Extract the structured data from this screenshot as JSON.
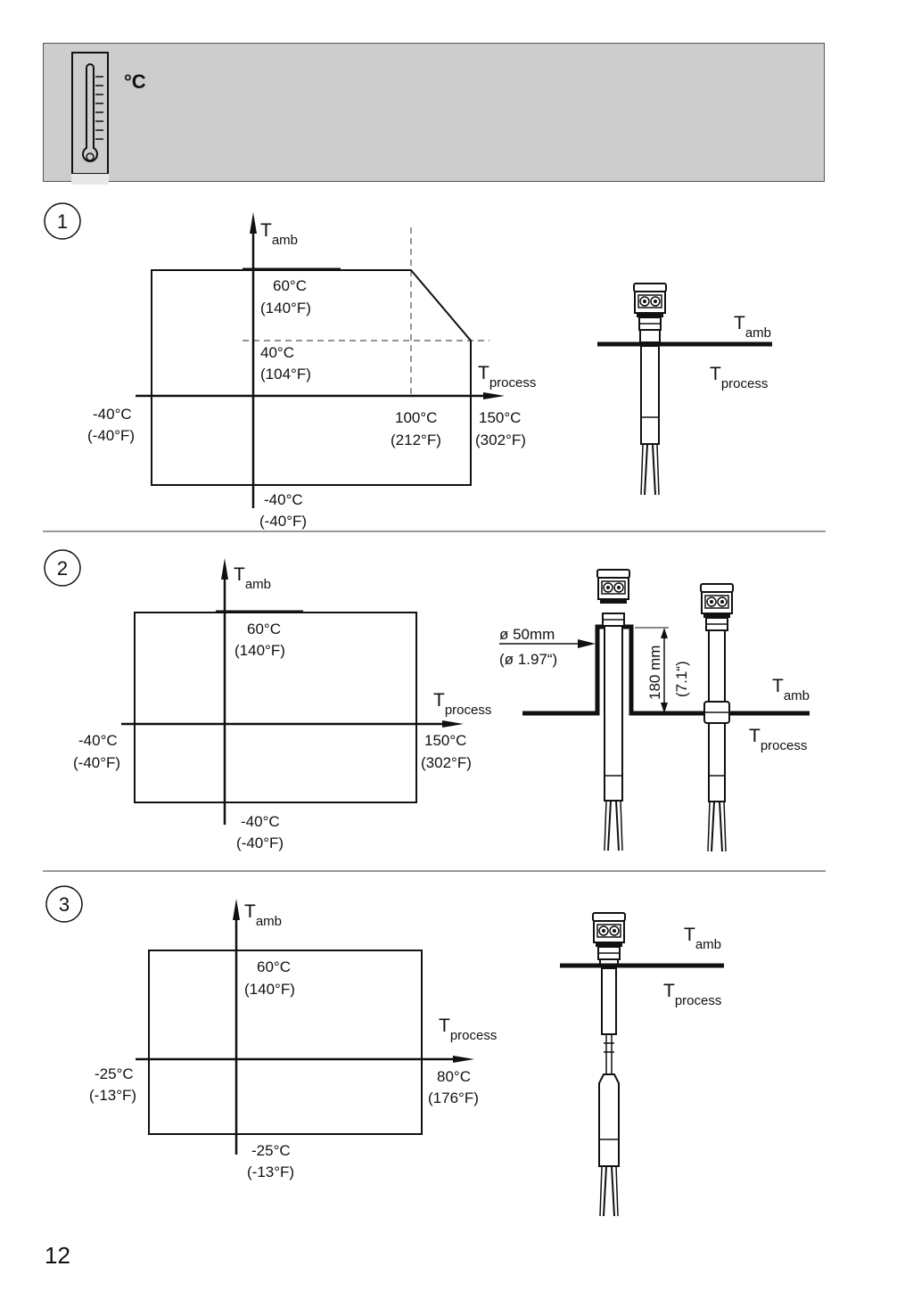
{
  "header": {
    "unit_symbol": "°C",
    "icon": "thermometer-icon"
  },
  "sections": [
    {
      "number": "1",
      "diagram": {
        "y_axis": {
          "T": "T",
          "sub": "amb"
        },
        "x_axis": {
          "T": "T",
          "sub": "process"
        },
        "amb_max": [
          "60°C",
          "(140°F)"
        ],
        "amb_derated": [
          "40°C",
          "(104°F)"
        ],
        "process_min": [
          "-40°C",
          "(-40°F)"
        ],
        "process_mid": [
          "100°C",
          "(212°F)"
        ],
        "process_max": [
          "150°C",
          "(302°F)"
        ],
        "amb_min": [
          "-40°C",
          "(-40°F)"
        ]
      },
      "device": {
        "amb_label": {
          "T": "T",
          "sub": "amb"
        },
        "process_label": {
          "T": "T",
          "sub": "process"
        }
      }
    },
    {
      "number": "2",
      "diagram": {
        "y_axis": {
          "T": "T",
          "sub": "amb"
        },
        "x_axis": {
          "T": "T",
          "sub": "process"
        },
        "amb_max": [
          "60°C",
          "(140°F)"
        ],
        "process_min": [
          "-40°C",
          "(-40°F)"
        ],
        "process_max": [
          "150°C",
          "(302°F)"
        ],
        "amb_min": [
          "-40°C",
          "(-40°F)"
        ]
      },
      "device": {
        "diameter": [
          "ø 50mm",
          "(ø 1.97“)"
        ],
        "length": [
          "180 mm",
          "(7.1“)"
        ],
        "amb_label": {
          "T": "T",
          "sub": "amb"
        },
        "process_label": {
          "T": "T",
          "sub": "process"
        }
      }
    },
    {
      "number": "3",
      "diagram": {
        "y_axis": {
          "T": "T",
          "sub": "amb"
        },
        "x_axis": {
          "T": "T",
          "sub": "process"
        },
        "amb_max": [
          "60°C",
          "(140°F)"
        ],
        "process_min": [
          "-25°C",
          "(-13°F)"
        ],
        "process_max": [
          "80°C",
          "(176°F)"
        ],
        "amb_min": [
          "-25°C",
          "(-13°F)"
        ]
      },
      "device": {
        "amb_label": {
          "T": "T",
          "sub": "amb"
        },
        "process_label": {
          "T": "T",
          "sub": "process"
        }
      }
    }
  ],
  "page_number": "12"
}
